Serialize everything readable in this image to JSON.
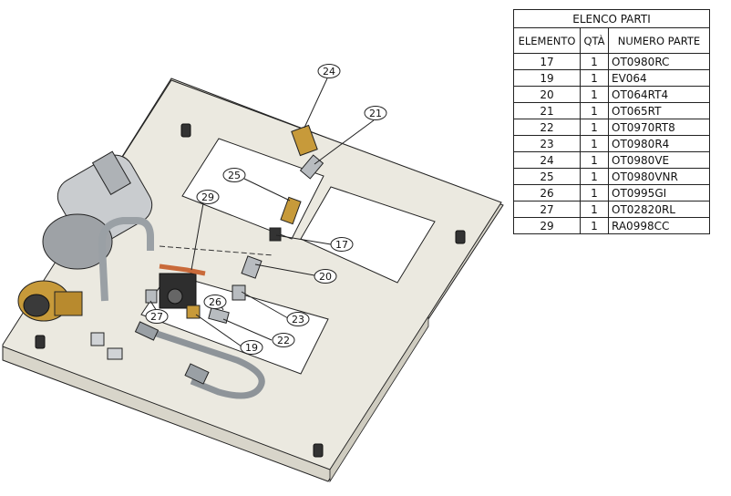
{
  "table": {
    "title": "ELENCO PARTI",
    "headers": [
      "ELEMENTO",
      "QTÀ",
      "NUMERO PARTE"
    ],
    "rows": [
      {
        "elemento": "17",
        "qta": "1",
        "numero": "OT0980RC"
      },
      {
        "elemento": "19",
        "qta": "1",
        "numero": "EV064"
      },
      {
        "elemento": "20",
        "qta": "1",
        "numero": "OT064RT4"
      },
      {
        "elemento": "21",
        "qta": "1",
        "numero": "OT065RT"
      },
      {
        "elemento": "22",
        "qta": "1",
        "numero": "OT0970RT8"
      },
      {
        "elemento": "23",
        "qta": "1",
        "numero": "OT0980R4"
      },
      {
        "elemento": "24",
        "qta": "1",
        "numero": "OT0980VE"
      },
      {
        "elemento": "25",
        "qta": "1",
        "numero": "OT0980VNR"
      },
      {
        "elemento": "26",
        "qta": "1",
        "numero": "OT0995GI"
      },
      {
        "elemento": "27",
        "qta": "1",
        "numero": "OT02820RL"
      },
      {
        "elemento": "29",
        "qta": "1",
        "numero": "RA0998CC"
      }
    ]
  },
  "balloons": [
    "24",
    "21",
    "25",
    "29",
    "17",
    "20",
    "26",
    "23",
    "27",
    "22",
    "19"
  ],
  "colors": {
    "plate": "#ebe9e0",
    "plate_edge": "#c9c6ba",
    "outline": "#222222",
    "brass": "#c79a3a",
    "steel": "#b8bcc0",
    "copper": "#c96a3a"
  }
}
